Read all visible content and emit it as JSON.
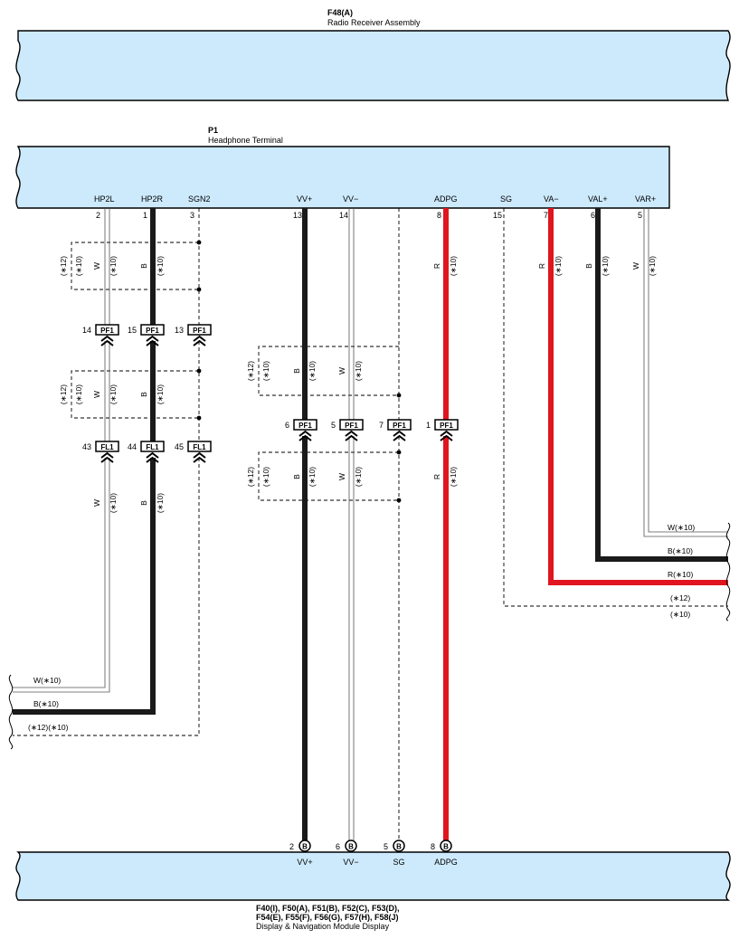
{
  "components": {
    "radio": {
      "id": "F48(A)",
      "name": "Radio Receiver Assembly"
    },
    "headphone": {
      "id": "P1",
      "name": "Headphone Terminal"
    },
    "display": {
      "ids_line1": "F40(I), F50(A), F51(B), F52(C), F53(D),",
      "ids_line2": "F54(E), F55(F), F56(G), F57(H), F58(J)",
      "name": "Display & Navigation Module Display"
    }
  },
  "p1_terminals": [
    {
      "name": "HP2L",
      "pin": "2"
    },
    {
      "name": "HP2R",
      "pin": "1"
    },
    {
      "name": "SGN2",
      "pin": "3"
    },
    {
      "name": "VV+",
      "pin": "13"
    },
    {
      "name": "VV−",
      "pin": "14"
    },
    {
      "name": "ADPG",
      "pin": "8"
    },
    {
      "name": "SG",
      "pin": "15"
    },
    {
      "name": "VA−",
      "pin": "7"
    },
    {
      "name": "VAL+",
      "pin": "6"
    },
    {
      "name": "VAR+",
      "pin": "5"
    }
  ],
  "wire_codes": {
    "w": "W",
    "b": "B",
    "r": "R",
    "n10": "(∗10)",
    "n12": "(∗12)",
    "w_n10": "W(∗10)",
    "b_n10": "B(∗10)",
    "r_n10": "R(∗10)",
    "n12_n10": "(∗12)(∗10)"
  },
  "pf1_row1": [
    {
      "pin": "14",
      "name": "PF1"
    },
    {
      "pin": "15",
      "name": "PF1"
    },
    {
      "pin": "13",
      "name": "PF1"
    }
  ],
  "pf1_row2": [
    {
      "pin": "6",
      "name": "PF1"
    },
    {
      "pin": "5",
      "name": "PF1"
    },
    {
      "pin": "7",
      "name": "PF1"
    },
    {
      "pin": "1",
      "name": "PF1"
    }
  ],
  "fl1_row": [
    {
      "pin": "43",
      "name": "FL1"
    },
    {
      "pin": "44",
      "name": "FL1"
    },
    {
      "pin": "45",
      "name": "FL1"
    }
  ],
  "display_terminals": [
    {
      "pin": "2",
      "conn": "B",
      "name": "VV+"
    },
    {
      "pin": "6",
      "conn": "B",
      "name": "VV−"
    },
    {
      "pin": "5",
      "conn": "B",
      "name": "SG"
    },
    {
      "pin": "8",
      "conn": "B",
      "name": "ADPG"
    }
  ],
  "colors": {
    "panel_fill": "#cdeafd",
    "wire_red": "#e0151f",
    "wire_black": "#1a1a1a"
  }
}
